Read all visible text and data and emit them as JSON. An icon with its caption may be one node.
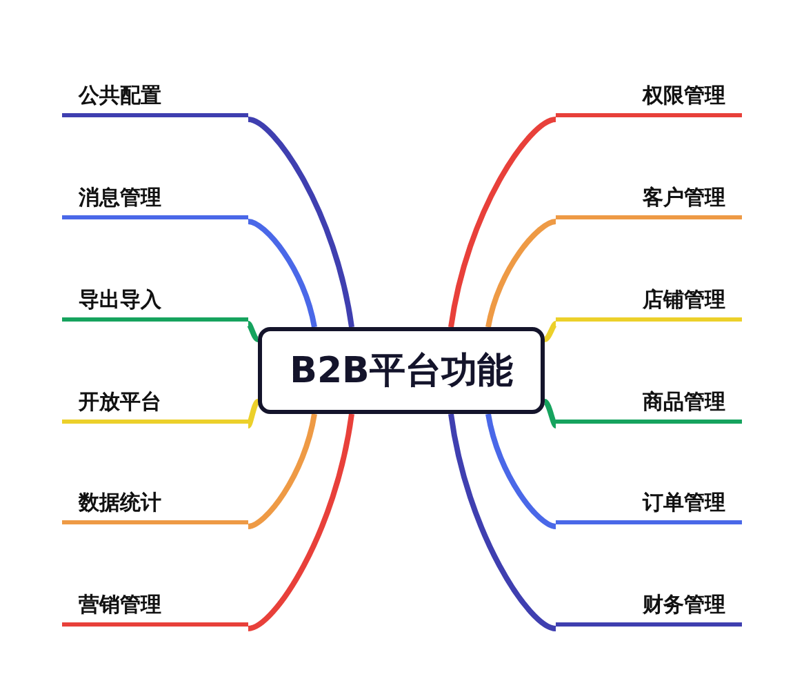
{
  "diagram": {
    "nodes": [
      {
        "text": [
          "B2B平台功能"
        ]
      },
      {
        "text": [
          "公共配置"
        ]
      },
      {
        "text": [
          "消息管理"
        ]
      },
      {
        "text": [
          "导出导入"
        ]
      },
      {
        "text": [
          "开放平台"
        ]
      },
      {
        "text": [
          "数据统计"
        ]
      },
      {
        "text": [
          "营销管理"
        ]
      },
      {
        "text": [
          "权限管理"
        ]
      },
      {
        "text": [
          "客户管理"
        ]
      },
      {
        "text": [
          "店铺管理"
        ]
      },
      {
        "text": [
          "商品管理"
        ]
      },
      {
        "text": [
          "订单管理"
        ]
      },
      {
        "text": [
          "财务管理"
        ]
      }
    ],
    "edges": [
      {
        "from": 0,
        "to": 1,
        "arrow": "none",
        "color": "#3f3fb0"
      },
      {
        "from": 0,
        "to": 2,
        "arrow": "none",
        "color": "#4a68e8"
      },
      {
        "from": 0,
        "to": 3,
        "arrow": "none",
        "color": "#16a35e"
      },
      {
        "from": 0,
        "to": 4,
        "arrow": "none",
        "color": "#ecd02a"
      },
      {
        "from": 0,
        "to": 5,
        "arrow": "none",
        "color": "#ee9a45"
      },
      {
        "from": 0,
        "to": 6,
        "arrow": "none",
        "color": "#e8403a"
      },
      {
        "from": 0,
        "to": 7,
        "arrow": "none",
        "color": "#e8403a"
      },
      {
        "from": 0,
        "to": 8,
        "arrow": "none",
        "color": "#ee9a45"
      },
      {
        "from": 0,
        "to": 9,
        "arrow": "none",
        "color": "#ecd02a"
      },
      {
        "from": 0,
        "to": 10,
        "arrow": "none",
        "color": "#16a35e"
      },
      {
        "from": 0,
        "to": 11,
        "arrow": "none",
        "color": "#4a68e8"
      },
      {
        "from": 0,
        "to": 12,
        "arrow": "none",
        "color": "#3f3fb0"
      }
    ]
  }
}
